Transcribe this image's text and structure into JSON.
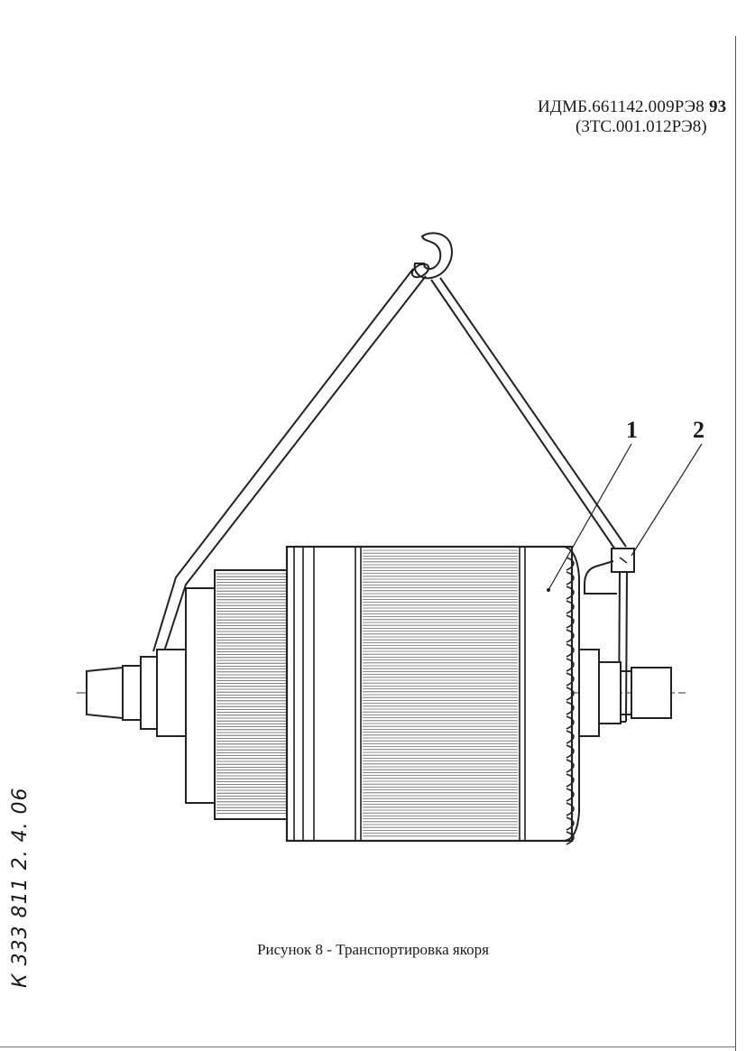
{
  "header": {
    "doc_code": "ИДМБ.661142.009РЭ8",
    "page_number": "93",
    "doc_code_alt": "(3ТС.001.012РЭ8)"
  },
  "figure": {
    "callout_1": "1",
    "callout_2": "2",
    "caption": "Рисунок 8 - Транспортировка якоря"
  },
  "margin_note": {
    "text": "К 333 811   2. 4. 06"
  }
}
